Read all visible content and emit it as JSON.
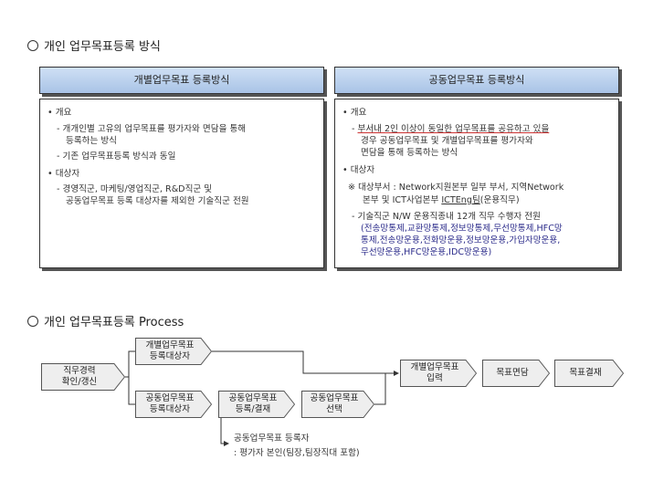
{
  "section1": {
    "title": "개인 업무목표등록 방식"
  },
  "left": {
    "header": "개별업무목표 등록방식",
    "overview_label": "개요",
    "overview_items": [
      "개개인별 고유의 업무목표를 평가자와 면담을 통해",
      "등록하는 방식",
      "기존 업무목표등록 방식과 동일"
    ],
    "target_label": "대상자",
    "target_items": [
      "경영직군, 마케팅/영업직군, R&D직군 및",
      "공동업무목표 등록 대상자를 제외한 기술직군 전원"
    ]
  },
  "right": {
    "header": "공동업무목표 등록방식",
    "overview_label": "개요",
    "overview_items": [
      "부서내 2인 이상이 동일한 업무목표를 공유하고 있을",
      "경우  공동업무목표 및 개별업무목표를 평가자와",
      "면담을 통해 등록하는 방식"
    ],
    "target_label": "대상자",
    "note_line1": "※ 대상부서 : Network지원본부 일부 부서,  지역Network",
    "note_line2a": "본부 및  ICT사업본부 ",
    "note_line2b": "ICTEng팀",
    "note_line2c": "(운용직무)",
    "tech_line": "기술직군 N/W 운용직종내 12개 직무 수행자 전원",
    "jobs_line1": "(전송망통제,교환망통제,정보망통제,무선망통제,HFC망",
    "jobs_line2": "통제,전송망운용,전화망운용,정보망운용,가입자망운용,",
    "jobs_line3": "무선망운용,HFC망운용,IDC망운용)"
  },
  "section2": {
    "title": "개인 업무목표등록 Process"
  },
  "process": {
    "start": [
      "직무경력",
      "확인/갱신"
    ],
    "ind_reg": [
      "개별업무목표",
      "등록대상자"
    ],
    "joint_reg": [
      "공동업무목표",
      "등록대상자"
    ],
    "joint_register": [
      "공동업무목표",
      "등록/결재"
    ],
    "joint_select": [
      "공동업무목표",
      "선택"
    ],
    "ind_input": [
      "개별업무목표",
      "입력"
    ],
    "interview": "목표면담",
    "approval": "목표결재",
    "footnote1": "공동업무목표 등록자",
    "footnote2": ": 평가자 본인(팀장,팀장직대 포함)"
  }
}
